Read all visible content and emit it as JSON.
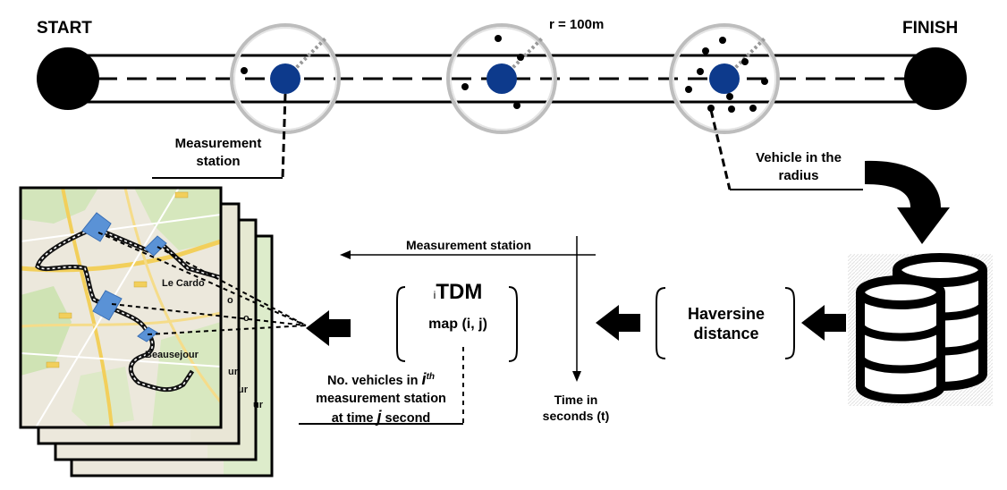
{
  "road": {
    "start_label": "START",
    "finish_label": "FINISH",
    "radius_label": "r = 100m"
  },
  "measurement_station_label_line1": "Measurement",
  "measurement_station_label_line2": "station",
  "vehicle_radius_label_line1": "Vehicle in the",
  "vehicle_radius_label_line2": "radius",
  "haversine_line1": "Haversine",
  "haversine_line2": "distance",
  "tdm_prefix": "i",
  "tdm_title": "TDM",
  "tdm_subtitle": "map (i, j)",
  "axis_measurement_station": "Measurement station",
  "axis_time_line1": "Time in",
  "axis_time_line2": "seconds (t)",
  "caption_line1_prefix": "No. vehicles in ",
  "caption_line1_italic": "i",
  "caption_line1_sup": "th",
  "caption_line2": "measurement station",
  "caption_line3_prefix": "at time ",
  "caption_line3_italic": "j",
  "caption_line3_suffix": " second",
  "map": {
    "place_le_cardo": "Le Cardo",
    "place_beausejour": "Beausejour",
    "stack_fragments": [
      "o",
      "o",
      "ur",
      "ur",
      "ur"
    ]
  },
  "colors": {
    "station_fill": "#0d3a8c",
    "circle_stroke": "#bbbbbb",
    "map_background": "#ece8dc",
    "map_road_yellow": "#f2cf5b",
    "map_park_green": "#cfe3b4",
    "map_marker_blue": "#5a92d6"
  }
}
